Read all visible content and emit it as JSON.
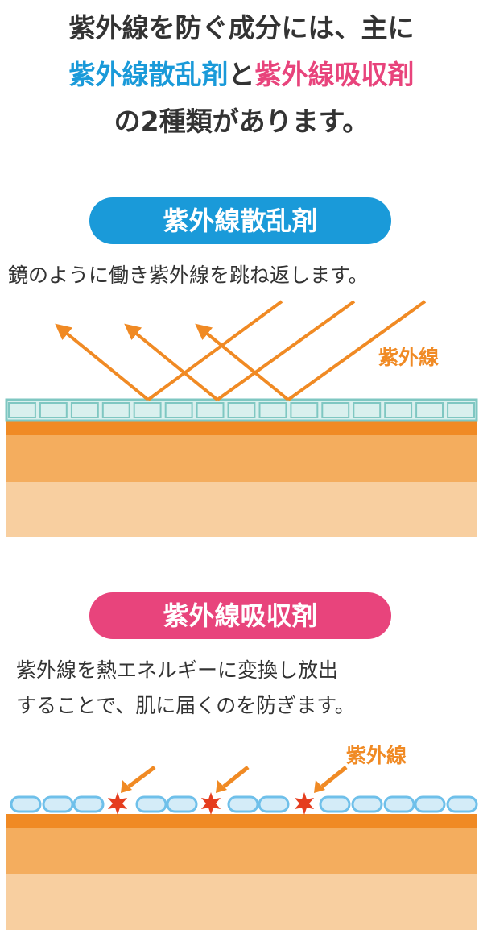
{
  "headline": {
    "line1": "紫外線を防ぐ成分には、主に",
    "scatter_term": "紫外線散乱剤",
    "connector": "と",
    "absorb_term": "紫外線吸収剤",
    "line3": "の2種類があります。"
  },
  "scattering": {
    "pill_label": "紫外線散乱剤",
    "description": "鏡のように働き紫外線を跳ね返します。",
    "uv_label": "紫外線"
  },
  "absorbing": {
    "pill_label": "紫外線吸収剤",
    "description_line1": "紫外線を熱エネルギーに変換し放出",
    "description_line2": "することで、肌に届くのを防ぎます。",
    "uv_label": "紫外線"
  },
  "colors": {
    "scatter_blue": "#1a9ad9",
    "absorb_pink": "#e8447c",
    "uv_orange": "#f08a24",
    "skin_top": "#f08a24",
    "skin_mid": "#f4ad5e",
    "skin_deep": "#f8cfa0",
    "plate_fill": "#d9f0ee",
    "plate_border": "#7fc7c2",
    "capsule_fill": "#d4ecf8",
    "capsule_border": "#6fc0ea",
    "star_red": "#e53d1e"
  }
}
